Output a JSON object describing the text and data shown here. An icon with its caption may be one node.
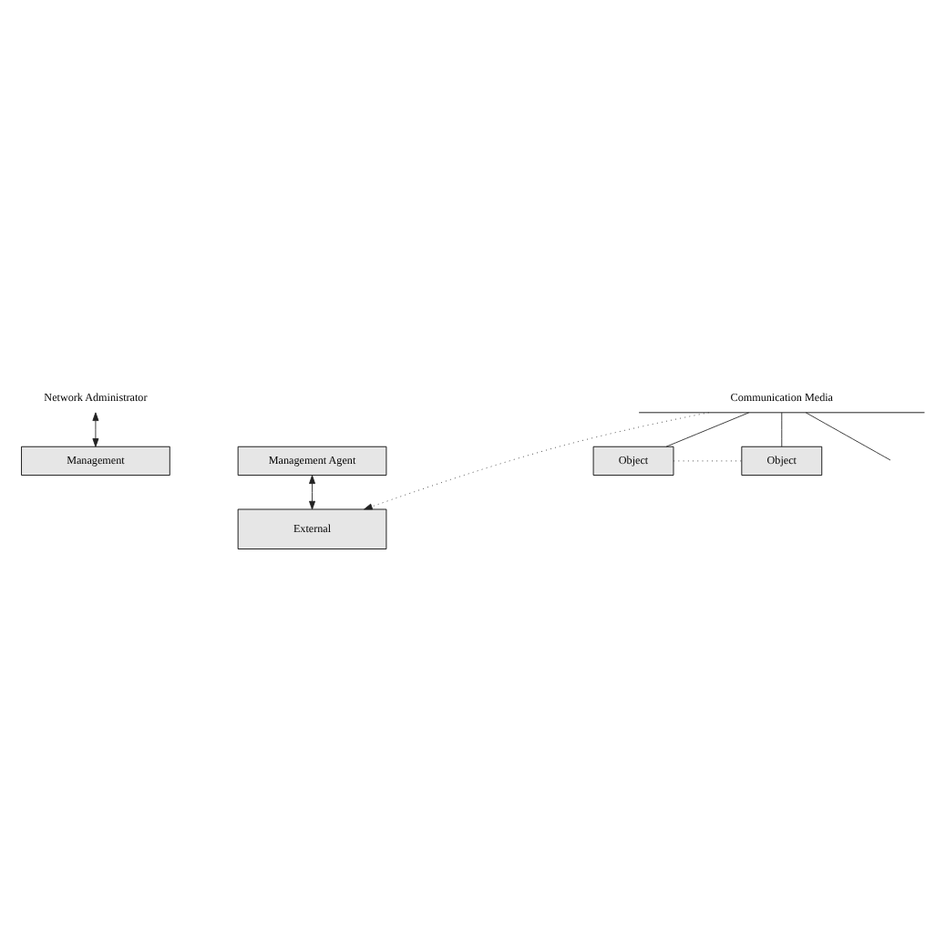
{
  "diagram": {
    "nodes": [
      {
        "text": [
          "Network Administrator"
        ]
      },
      {
        "text": [
          "Management"
        ]
      },
      {
        "text": [
          "Management Agent"
        ]
      },
      {
        "text": [
          "External"
        ]
      },
      {
        "text": [
          "Communication Media"
        ]
      },
      {
        "text": [
          "Object"
        ]
      },
      {
        "text": [
          "Object"
        ]
      }
    ],
    "edges": [
      {
        "from": 0,
        "to": 1,
        "arrow": "both"
      },
      {
        "from": 2,
        "to": 3,
        "arrow": "both"
      },
      {
        "from": 4,
        "to": 3,
        "arrow": "to",
        "style": "dashed"
      },
      {
        "from": 4,
        "to": 5,
        "arrow": "none"
      },
      {
        "from": 4,
        "to": null,
        "arrow": "none"
      },
      {
        "from": 4,
        "to": 6,
        "arrow": "none"
      },
      {
        "from": 5,
        "to": 6,
        "arrow": "none",
        "style": "dashed"
      }
    ]
  }
}
